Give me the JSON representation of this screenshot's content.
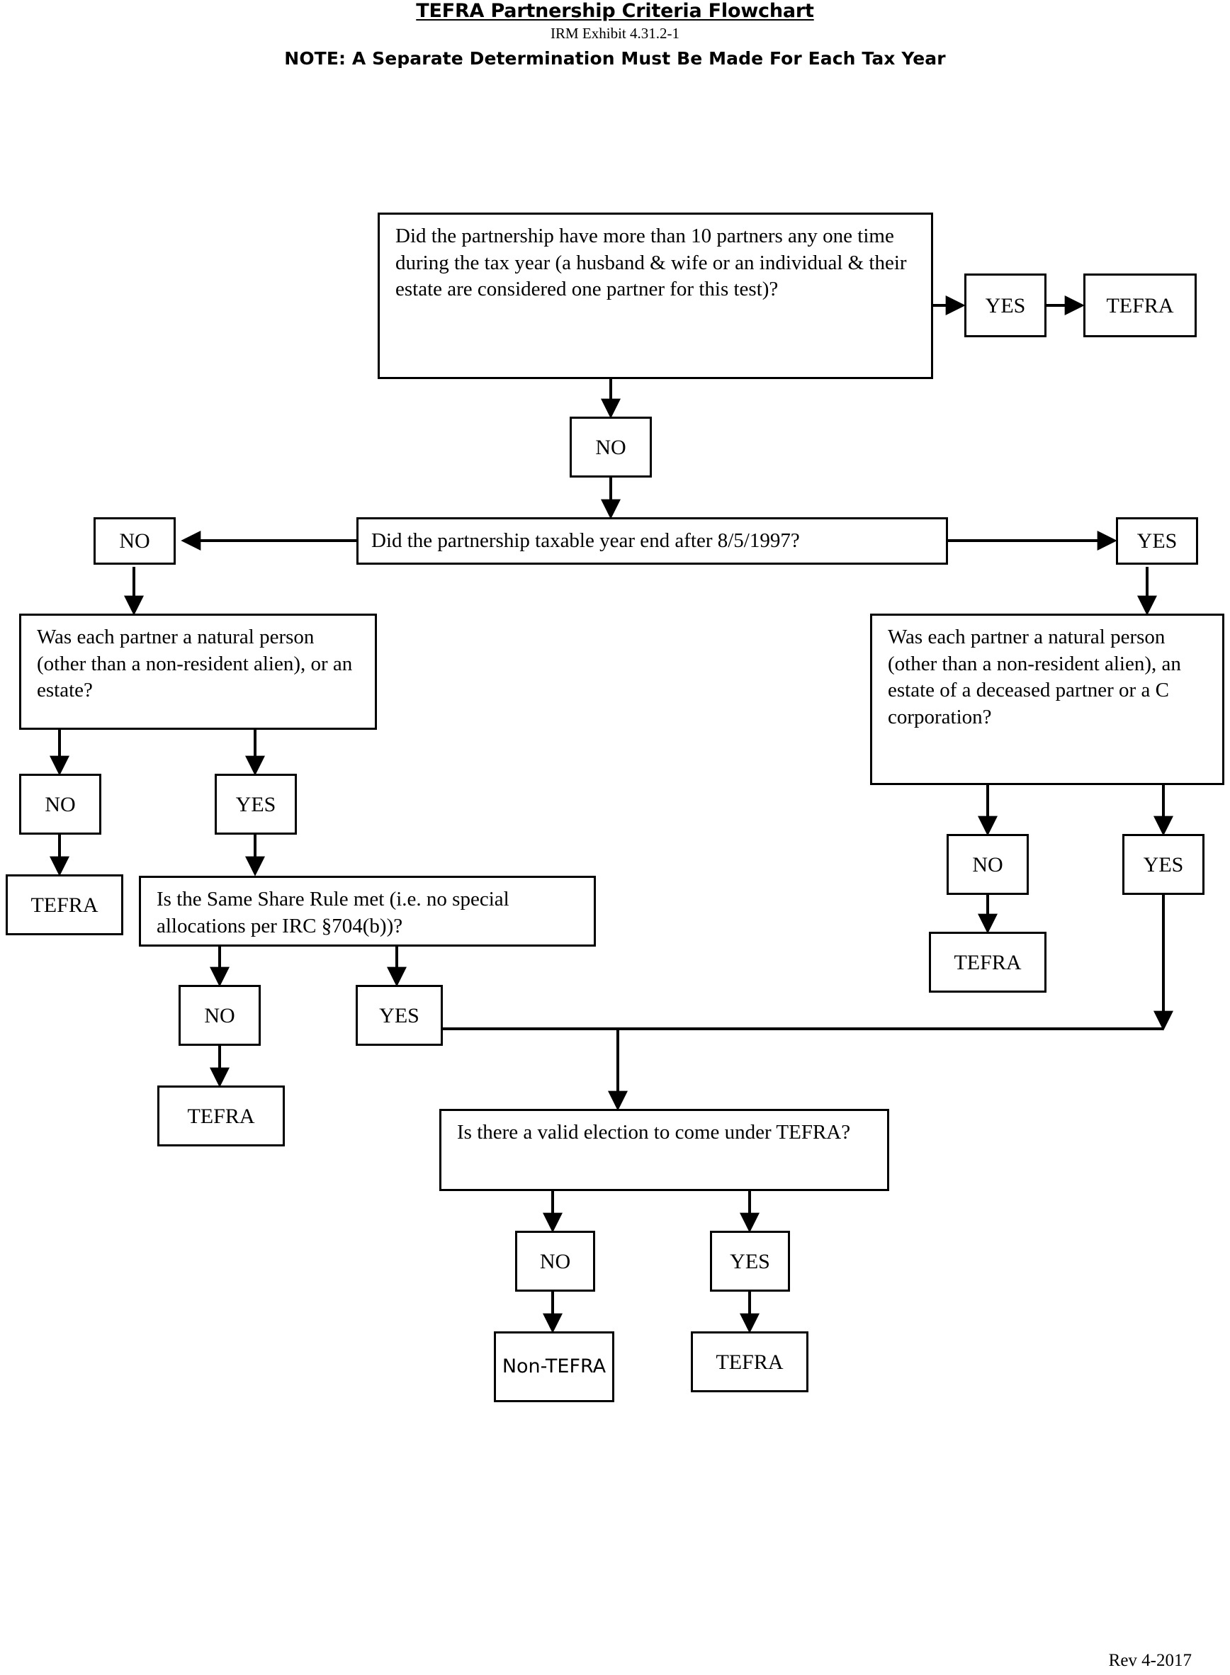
{
  "header": {
    "title": "TEFRA Partnership Criteria Flowchart",
    "subtitle": "IRM Exhibit 4.31.2-1",
    "note": "NOTE:  A Separate Determination Must Be Made For Each Tax Year"
  },
  "footer": {
    "revision": "Rev 4-2017"
  },
  "colors": {
    "stroke": "#000000",
    "background": "#ffffff",
    "text": "#000000"
  },
  "chart_data": {
    "type": "diagram",
    "diagram_kind": "flowchart",
    "title": "TEFRA Partnership Criteria Flowchart",
    "nodes": [
      {
        "id": "q1",
        "kind": "question",
        "text": "Did the partnership have more than 10 partners any one time during the tax year (a husband & wife or an individual & their estate are considered one partner for this test)?"
      },
      {
        "id": "q1_yes",
        "kind": "label",
        "text": "YES"
      },
      {
        "id": "q1_yes_tefra",
        "kind": "terminal",
        "text": "TEFRA"
      },
      {
        "id": "q1_no",
        "kind": "label",
        "text": "NO"
      },
      {
        "id": "q2",
        "kind": "question",
        "text": "Did the partnership taxable year end after 8/5/1997?"
      },
      {
        "id": "q2_no",
        "kind": "label",
        "text": "NO"
      },
      {
        "id": "q2_yes",
        "kind": "label",
        "text": "YES"
      },
      {
        "id": "q3l",
        "kind": "question",
        "text": "Was each partner a natural person (other than a non-resident alien), or an estate?"
      },
      {
        "id": "q3l_no",
        "kind": "label",
        "text": "NO"
      },
      {
        "id": "q3l_yes",
        "kind": "label",
        "text": "YES"
      },
      {
        "id": "q3l_no_tefra",
        "kind": "terminal",
        "text": "TEFRA"
      },
      {
        "id": "q3r",
        "kind": "question",
        "text": "Was each partner a natural person (other than a non-resident alien), an estate of a deceased partner or a C corporation?"
      },
      {
        "id": "q3r_no",
        "kind": "label",
        "text": "NO"
      },
      {
        "id": "q3r_yes",
        "kind": "label",
        "text": "YES"
      },
      {
        "id": "q3r_no_tefra",
        "kind": "terminal",
        "text": "TEFRA"
      },
      {
        "id": "q4",
        "kind": "question",
        "text": "Is the Same Share Rule met (i.e. no special allocations per IRC §704(b))?"
      },
      {
        "id": "q4_no",
        "kind": "label",
        "text": "NO"
      },
      {
        "id": "q4_yes",
        "kind": "label",
        "text": "YES"
      },
      {
        "id": "q4_no_tefra",
        "kind": "terminal",
        "text": "TEFRA"
      },
      {
        "id": "q5",
        "kind": "question",
        "text": "Is there a valid election to come under TEFRA?"
      },
      {
        "id": "q5_no",
        "kind": "label",
        "text": "NO"
      },
      {
        "id": "q5_yes",
        "kind": "label",
        "text": "YES"
      },
      {
        "id": "q5_no_nontefra",
        "kind": "terminal",
        "text": "Non-TEFRA"
      },
      {
        "id": "q5_yes_tefra",
        "kind": "terminal",
        "text": "TEFRA"
      }
    ],
    "edges": [
      {
        "from": "q1",
        "to": "q1_yes"
      },
      {
        "from": "q1_yes",
        "to": "q1_yes_tefra"
      },
      {
        "from": "q1",
        "to": "q1_no"
      },
      {
        "from": "q1_no",
        "to": "q2"
      },
      {
        "from": "q2",
        "to": "q2_no"
      },
      {
        "from": "q2",
        "to": "q2_yes"
      },
      {
        "from": "q2_no",
        "to": "q3l"
      },
      {
        "from": "q2_yes",
        "to": "q3r"
      },
      {
        "from": "q3l",
        "to": "q3l_no"
      },
      {
        "from": "q3l",
        "to": "q3l_yes"
      },
      {
        "from": "q3l_no",
        "to": "q3l_no_tefra"
      },
      {
        "from": "q3l_yes",
        "to": "q4"
      },
      {
        "from": "q3r",
        "to": "q3r_no"
      },
      {
        "from": "q3r",
        "to": "q3r_yes"
      },
      {
        "from": "q3r_no",
        "to": "q3r_no_tefra"
      },
      {
        "from": "q3r_yes",
        "to": "q5"
      },
      {
        "from": "q4",
        "to": "q4_no"
      },
      {
        "from": "q4",
        "to": "q4_yes"
      },
      {
        "from": "q4_no",
        "to": "q4_no_tefra"
      },
      {
        "from": "q4_yes",
        "to": "q5"
      },
      {
        "from": "q5",
        "to": "q5_no"
      },
      {
        "from": "q5",
        "to": "q5_yes"
      },
      {
        "from": "q5_no",
        "to": "q5_no_nontefra"
      },
      {
        "from": "q5_yes",
        "to": "q5_yes_tefra"
      }
    ]
  }
}
